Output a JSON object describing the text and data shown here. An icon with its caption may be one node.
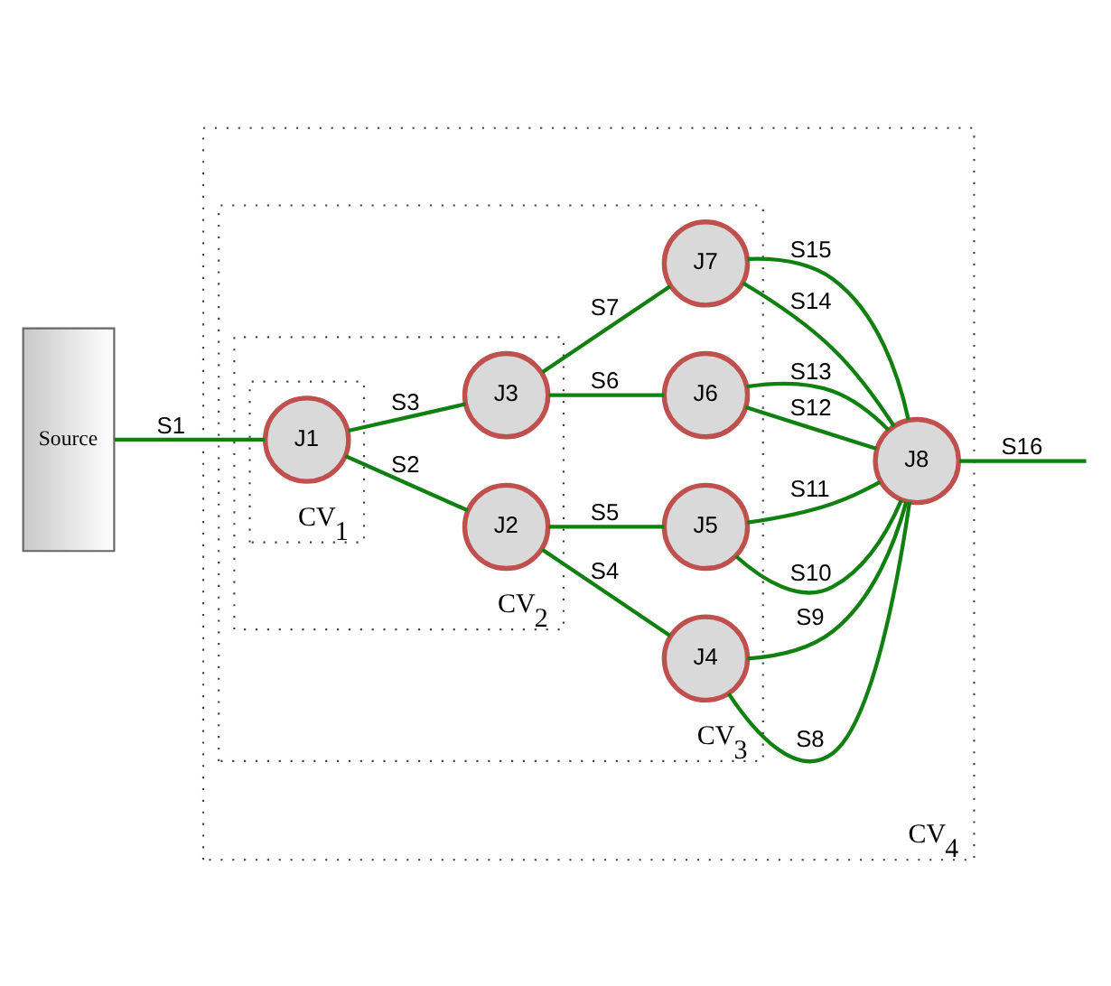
{
  "diagram": {
    "nodes": [
      {
        "text": [
          "Source"
        ]
      },
      {
        "text": [
          "CV$_{4}$"
        ]
      },
      {
        "text": [
          "CV$_{3}$"
        ],
        "in": 1
      },
      {
        "text": [
          "CV$_{2}$"
        ],
        "in": 2
      },
      {
        "text": [
          "CV$_{1}$"
        ],
        "in": 3
      },
      {
        "text": [
          "J1"
        ],
        "in": 4
      },
      {
        "text": [
          "J2"
        ],
        "in": 3
      },
      {
        "text": [
          "J3"
        ],
        "in": 3
      },
      {
        "text": [
          "J4"
        ],
        "in": 2
      },
      {
        "text": [
          "J5"
        ],
        "in": 2
      },
      {
        "text": [
          "J6"
        ],
        "in": 2
      },
      {
        "text": [
          "J7"
        ],
        "in": 2
      },
      {
        "text": [
          "J8"
        ],
        "in": 1
      }
    ],
    "edges": [
      {
        "from": 0,
        "to": 5,
        "arrow": "none",
        "label": "S1"
      },
      {
        "from": 5,
        "to": 6,
        "arrow": "none",
        "label": "S2"
      },
      {
        "from": 5,
        "to": 7,
        "arrow": "none",
        "label": "S3"
      },
      {
        "from": 6,
        "to": 8,
        "arrow": "none",
        "label": "S4"
      },
      {
        "from": 6,
        "to": 9,
        "arrow": "none",
        "label": "S5"
      },
      {
        "from": 7,
        "to": 10,
        "arrow": "none",
        "label": "S6"
      },
      {
        "from": 7,
        "to": 11,
        "arrow": "none",
        "label": "S7"
      },
      {
        "from": 8,
        "to": 12,
        "arrow": "none",
        "label": "S8"
      },
      {
        "from": 8,
        "to": 12,
        "arrow": "none",
        "label": "S9"
      },
      {
        "from": 9,
        "to": 12,
        "arrow": "none",
        "label": "S10"
      },
      {
        "from": 9,
        "to": 12,
        "arrow": "none",
        "label": "S11"
      },
      {
        "from": 10,
        "to": 12,
        "arrow": "none",
        "label": "S12"
      },
      {
        "from": 10,
        "to": 12,
        "arrow": "none",
        "label": "S13"
      },
      {
        "from": 11,
        "to": 12,
        "arrow": "none",
        "label": "S14"
      },
      {
        "from": 11,
        "to": 12,
        "arrow": "none",
        "label": "S15"
      },
      {
        "from": 12,
        "to": null,
        "arrow": "none",
        "label": "S16"
      }
    ]
  }
}
